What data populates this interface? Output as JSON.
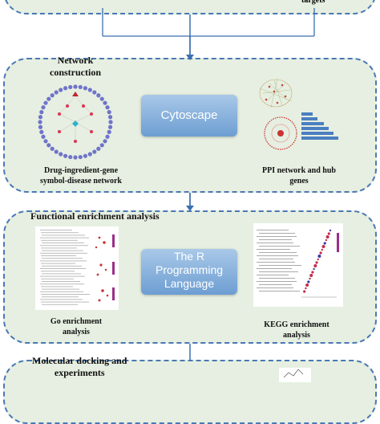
{
  "top_panel": {
    "partial_text": "targets"
  },
  "network_panel": {
    "title_line1": "Network",
    "title_line2": "construction",
    "tool": "Cytoscape",
    "left_caption_line1": "Drug-ingredient-gene",
    "left_caption_line2": "symbol-disease network",
    "right_caption_line1": "PPI network and hub",
    "right_caption_line2": "genes"
  },
  "enrichment_panel": {
    "title": "Functional enrichment analysis",
    "tool_line1": "The R",
    "tool_line2": "Programming",
    "tool_line3": "Language",
    "left_caption_line1": "Go enrichment",
    "left_caption_line2": "analysis",
    "right_caption_line1": "KEGG enrichment",
    "right_caption_line2": "analysis"
  },
  "docking_panel": {
    "title_line1": "Molecular docking and",
    "title_line2": "experiments"
  },
  "colors": {
    "panel_fill": "#e6efe1",
    "panel_border": "#4a78b5",
    "connector": "#3b6fb0",
    "tool_box": "#7fa9d8"
  }
}
